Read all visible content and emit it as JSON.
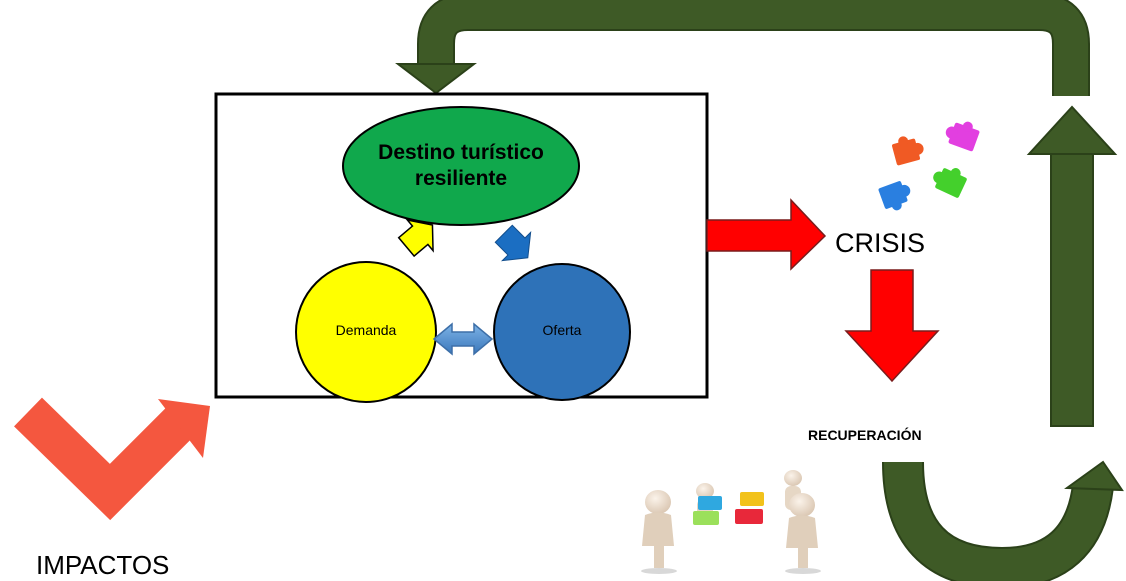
{
  "labels": {
    "impactos": "IMPACTOS",
    "crisis": "CRISIS",
    "recuperacion": "RECUPERACIÓN",
    "destino": "Destino turístico resiliente",
    "demanda": "Demanda",
    "oferta": "Oferta"
  },
  "colors": {
    "green_arrow": "#3e5a26",
    "green_arrow_edge": "#2b4119",
    "red_arrow": "#ff0000",
    "impact_arrow": "#f4573f",
    "destino_fill": "#10a84c",
    "demanda_fill": "#ffff00",
    "oferta_fill": "#2e72b8",
    "yellow_arrow": "#ffff00",
    "blue_arrow": "#1b6ec2",
    "double_arrow": "#4f86c6"
  },
  "icons": {
    "puzzle": "puzzle-pieces-icon",
    "team": "team-puzzle-figures-icon"
  }
}
